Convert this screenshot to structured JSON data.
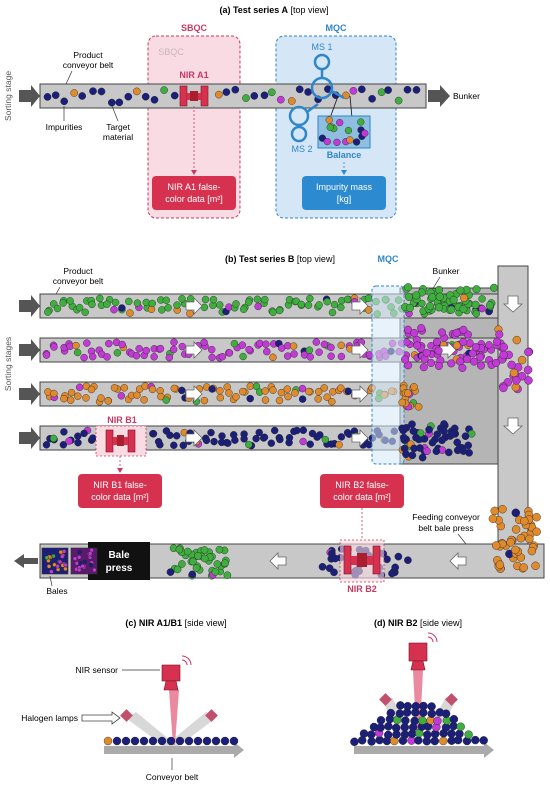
{
  "colors": {
    "belt": "#c8c8c8",
    "belt_stroke": "#444444",
    "arrow": "#555555",
    "navy": "#1b1f7a",
    "green": "#3fae3f",
    "orange": "#e08a2e",
    "magenta": "#c23ad6",
    "nir_red": "#d6324f",
    "sbqc_fill": "#f9dbe3",
    "sbqc_stroke": "#c83a62",
    "mqc_fill": "#d5e7f6",
    "mqc_stroke": "#2f86c9",
    "mass_box": "#2b8ad0",
    "bale_black": "#111111",
    "lamp": "#c0506b"
  },
  "panel_a": {
    "title": "(a) Test series A",
    "title_suffix": "[top view]",
    "sorting_stage": "Sorting stage",
    "product_belt": [
      "Product",
      "conveyor belt"
    ],
    "bunker": "Bunker",
    "impurities": "Impurities",
    "target_material": [
      "Target",
      "material"
    ],
    "sbqc": "SBQC",
    "sbqc_faded": "SBQC",
    "mqc": "MQC",
    "nir_a1": "NIR A1",
    "nir_a1_data": [
      "NIR A1 false-",
      "color data [m²]"
    ],
    "ms1": "MS 1",
    "ms2": "MS 2",
    "balance": "Balance",
    "impurity_mass": [
      "Impurity mass",
      "[kg]"
    ]
  },
  "panel_b": {
    "title": "(b) Test series B",
    "title_suffix": "[top view]",
    "product_belt": [
      "Product",
      "conveyor belt"
    ],
    "mqc": "MQC",
    "bunker": "Bunker",
    "sorting_stages": "Sorting stages",
    "nir_b1": "NIR B1",
    "nir_b1_data": [
      "NIR B1 false-",
      "color data [m²]"
    ],
    "nir_b2_data": [
      "NIR B2 false-",
      "color data [m²]"
    ],
    "nir_b2": "NIR B2",
    "feeding_belt": [
      "Feeding conveyor",
      "belt bale press"
    ],
    "bale_press": [
      "Bale",
      "press"
    ],
    "bales": "Bales"
  },
  "panel_c": {
    "title": "(c) NIR A1/B1",
    "title_suffix": "[side view]",
    "nir_sensor": "NIR sensor",
    "halogen_lamps": "Halogen lamps",
    "conveyor_belt": "Conveyor belt"
  },
  "panel_d": {
    "title": "(d) NIR B2",
    "title_suffix": "[side view]"
  }
}
